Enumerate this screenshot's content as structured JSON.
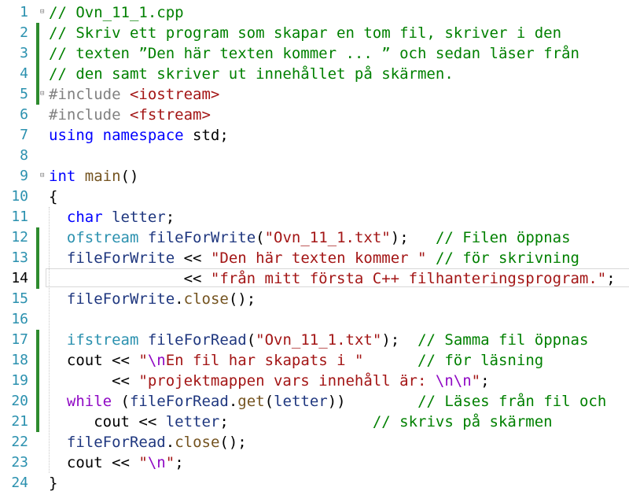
{
  "colors": {
    "comment": "#008000",
    "keyword": "#0000ff",
    "type": "#2b91af",
    "string": "#a31515",
    "function": "#74531f",
    "variable": "#1f377f",
    "preprocessor": "#808080",
    "control": "#8f08c4",
    "plain": "#000000",
    "line_number": "#2b91af",
    "change_bar": "#2e8b2e"
  },
  "editor": {
    "current_line": 14,
    "lines": [
      {
        "n": "1",
        "mark": false,
        "fold": true,
        "tokens": [
          {
            "t": "// Ovn_11_1.cpp",
            "c": "comment"
          }
        ]
      },
      {
        "n": "2",
        "mark": true,
        "fold": false,
        "tokens": [
          {
            "t": "// Skriv ett program som skapar en tom fil, skriver i den",
            "c": "comment"
          }
        ]
      },
      {
        "n": "3",
        "mark": true,
        "fold": false,
        "tokens": [
          {
            "t": "// texten ”Den här texten kommer ... ” och sedan läser från",
            "c": "comment"
          }
        ]
      },
      {
        "n": "4",
        "mark": true,
        "fold": false,
        "tokens": [
          {
            "t": "// den samt skriver ut innehållet på skärmen.",
            "c": "comment"
          }
        ]
      },
      {
        "n": "5",
        "mark": true,
        "fold": true,
        "tokens": [
          {
            "t": "#include ",
            "c": "preprocessor"
          },
          {
            "t": "<iostream>",
            "c": "string"
          }
        ]
      },
      {
        "n": "6",
        "mark": false,
        "fold": false,
        "tokens": [
          {
            "t": "#include ",
            "c": "preprocessor"
          },
          {
            "t": "<fstream>",
            "c": "string"
          }
        ]
      },
      {
        "n": "7",
        "mark": false,
        "fold": false,
        "tokens": [
          {
            "t": "using",
            "c": "keyword"
          },
          {
            "t": " ",
            "c": "plain"
          },
          {
            "t": "namespace",
            "c": "keyword"
          },
          {
            "t": " std;",
            "c": "plain"
          }
        ]
      },
      {
        "n": "8",
        "mark": false,
        "fold": false,
        "tokens": []
      },
      {
        "n": "9",
        "mark": false,
        "fold": true,
        "tokens": [
          {
            "t": "int",
            "c": "keyword"
          },
          {
            "t": " ",
            "c": "plain"
          },
          {
            "t": "main",
            "c": "function"
          },
          {
            "t": "()",
            "c": "plain"
          }
        ]
      },
      {
        "n": "10",
        "mark": false,
        "fold": false,
        "tokens": [
          {
            "t": "{",
            "c": "plain"
          }
        ]
      },
      {
        "n": "11",
        "mark": false,
        "fold": false,
        "tokens": [
          {
            "t": "  ",
            "c": "plain"
          },
          {
            "t": "char",
            "c": "keyword"
          },
          {
            "t": " ",
            "c": "plain"
          },
          {
            "t": "letter",
            "c": "variable"
          },
          {
            "t": ";",
            "c": "plain"
          }
        ]
      },
      {
        "n": "12",
        "mark": true,
        "fold": false,
        "tokens": [
          {
            "t": "  ",
            "c": "plain"
          },
          {
            "t": "ofstream",
            "c": "type"
          },
          {
            "t": " ",
            "c": "plain"
          },
          {
            "t": "fileForWrite",
            "c": "variable"
          },
          {
            "t": "(",
            "c": "plain"
          },
          {
            "t": "\"Ovn_11_1.txt\"",
            "c": "string"
          },
          {
            "t": ");   ",
            "c": "plain"
          },
          {
            "t": "// Filen öppnas",
            "c": "comment"
          }
        ]
      },
      {
        "n": "13",
        "mark": true,
        "fold": false,
        "tokens": [
          {
            "t": "  ",
            "c": "plain"
          },
          {
            "t": "fileForWrite",
            "c": "variable"
          },
          {
            "t": " << ",
            "c": "plain"
          },
          {
            "t": "\"Den här texten kommer \"",
            "c": "string"
          },
          {
            "t": " ",
            "c": "plain"
          },
          {
            "t": "// för skrivning",
            "c": "comment"
          }
        ]
      },
      {
        "n": "14",
        "mark": true,
        "fold": false,
        "tokens": [
          {
            "t": "               << ",
            "c": "plain"
          },
          {
            "t": "\"från mitt första C++ filhanteringsprogram.\"",
            "c": "string"
          },
          {
            "t": ";",
            "c": "plain"
          }
        ]
      },
      {
        "n": "15",
        "mark": false,
        "fold": false,
        "tokens": [
          {
            "t": "  ",
            "c": "plain"
          },
          {
            "t": "fileForWrite",
            "c": "variable"
          },
          {
            "t": ".",
            "c": "plain"
          },
          {
            "t": "close",
            "c": "function"
          },
          {
            "t": "();",
            "c": "plain"
          }
        ]
      },
      {
        "n": "16",
        "mark": false,
        "fold": false,
        "tokens": []
      },
      {
        "n": "17",
        "mark": true,
        "fold": false,
        "tokens": [
          {
            "t": "  ",
            "c": "plain"
          },
          {
            "t": "ifstream",
            "c": "type"
          },
          {
            "t": " ",
            "c": "plain"
          },
          {
            "t": "fileForRead",
            "c": "variable"
          },
          {
            "t": "(",
            "c": "plain"
          },
          {
            "t": "\"Ovn_11_1.txt\"",
            "c": "string"
          },
          {
            "t": ");  ",
            "c": "plain"
          },
          {
            "t": "// Samma fil öppnas",
            "c": "comment"
          }
        ]
      },
      {
        "n": "18",
        "mark": true,
        "fold": false,
        "tokens": [
          {
            "t": "  cout << ",
            "c": "plain"
          },
          {
            "t": "\"",
            "c": "string"
          },
          {
            "t": "\\n",
            "c": "control"
          },
          {
            "t": "En fil har skapats i \"",
            "c": "string"
          },
          {
            "t": "      ",
            "c": "plain"
          },
          {
            "t": "// för läsning",
            "c": "comment"
          }
        ]
      },
      {
        "n": "19",
        "mark": true,
        "fold": false,
        "tokens": [
          {
            "t": "       << ",
            "c": "plain"
          },
          {
            "t": "\"projektmappen vars innehåll är: ",
            "c": "string"
          },
          {
            "t": "\\n\\n",
            "c": "control"
          },
          {
            "t": "\"",
            "c": "string"
          },
          {
            "t": ";",
            "c": "plain"
          }
        ]
      },
      {
        "n": "20",
        "mark": true,
        "fold": false,
        "tokens": [
          {
            "t": "  ",
            "c": "plain"
          },
          {
            "t": "while",
            "c": "control"
          },
          {
            "t": " (",
            "c": "plain"
          },
          {
            "t": "fileForRead",
            "c": "variable"
          },
          {
            "t": ".",
            "c": "plain"
          },
          {
            "t": "get",
            "c": "function"
          },
          {
            "t": "(",
            "c": "plain"
          },
          {
            "t": "letter",
            "c": "variable"
          },
          {
            "t": "))        ",
            "c": "plain"
          },
          {
            "t": "// Läses från fil och",
            "c": "comment"
          }
        ]
      },
      {
        "n": "21",
        "mark": true,
        "fold": false,
        "tokens": [
          {
            "t": "     cout << ",
            "c": "plain"
          },
          {
            "t": "letter",
            "c": "variable"
          },
          {
            "t": ";                ",
            "c": "plain"
          },
          {
            "t": "// skrivs på skärmen",
            "c": "comment"
          }
        ]
      },
      {
        "n": "22",
        "mark": false,
        "fold": false,
        "tokens": [
          {
            "t": "  ",
            "c": "plain"
          },
          {
            "t": "fileForRead",
            "c": "variable"
          },
          {
            "t": ".",
            "c": "plain"
          },
          {
            "t": "close",
            "c": "function"
          },
          {
            "t": "();",
            "c": "plain"
          }
        ]
      },
      {
        "n": "23",
        "mark": false,
        "fold": false,
        "tokens": [
          {
            "t": "  cout << ",
            "c": "plain"
          },
          {
            "t": "\"",
            "c": "string"
          },
          {
            "t": "\\n",
            "c": "control"
          },
          {
            "t": "\"",
            "c": "string"
          },
          {
            "t": ";",
            "c": "plain"
          }
        ]
      },
      {
        "n": "24",
        "mark": false,
        "fold": false,
        "tokens": [
          {
            "t": "}",
            "c": "plain"
          }
        ]
      }
    ]
  }
}
